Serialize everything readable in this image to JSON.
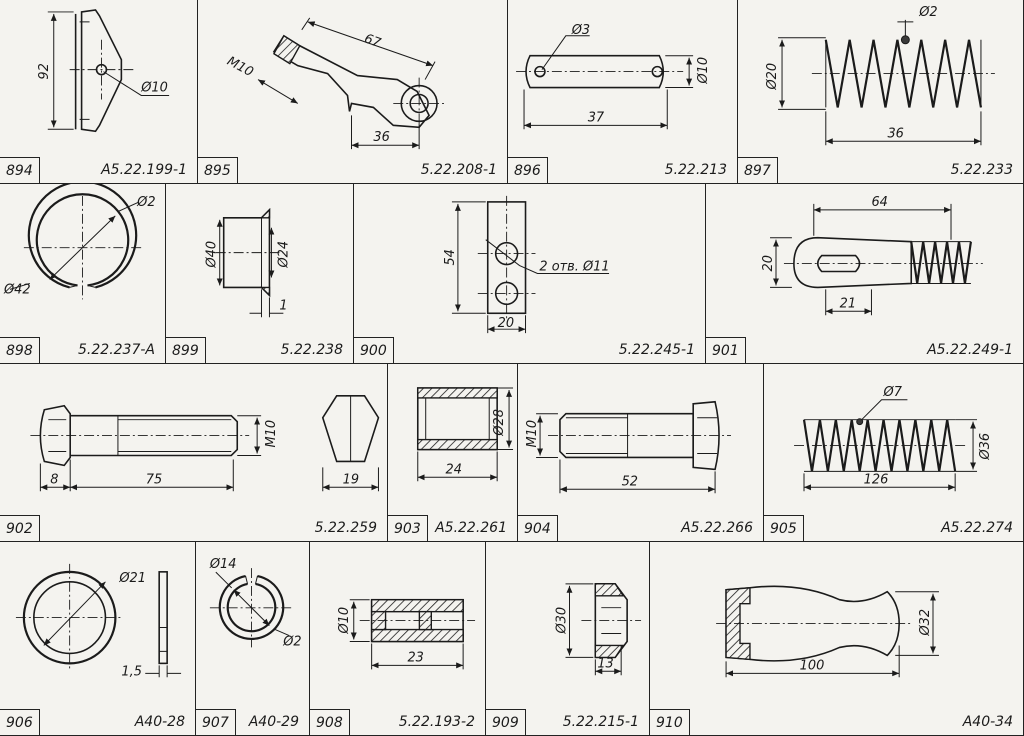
{
  "parts": [
    {
      "num": "894",
      "code": "А5.22.199-1",
      "dims": [
        "92",
        "Ø10"
      ]
    },
    {
      "num": "895",
      "code": "5.22.208-1",
      "dims": [
        "67",
        "М10",
        "36"
      ]
    },
    {
      "num": "896",
      "code": "5.22.213",
      "dims": [
        "Ø3",
        "Ø10",
        "37"
      ]
    },
    {
      "num": "897",
      "code": "5.22.233",
      "dims": [
        "Ø2",
        "Ø20",
        "36"
      ]
    },
    {
      "num": "898",
      "code": "5.22.237-А",
      "dims": [
        "Ø2",
        "Ø42"
      ]
    },
    {
      "num": "899",
      "code": "5.22.238",
      "dims": [
        "Ø40",
        "Ø24",
        "1"
      ]
    },
    {
      "num": "900",
      "code": "5.22.245-1",
      "dims": [
        "54",
        "2 отв. Ø11",
        "20"
      ]
    },
    {
      "num": "901",
      "code": "А5.22.249-1",
      "dims": [
        "64",
        "20",
        "21"
      ]
    },
    {
      "num": "902",
      "code": "5.22.259",
      "dims": [
        "М10",
        "8",
        "75",
        "19"
      ]
    },
    {
      "num": "903",
      "code": "А5.22.261",
      "dims": [
        "Ø28",
        "24"
      ]
    },
    {
      "num": "904",
      "code": "А5.22.266",
      "dims": [
        "М10",
        "52"
      ]
    },
    {
      "num": "905",
      "code": "А5.22.274",
      "dims": [
        "Ø7",
        "Ø36",
        "126"
      ]
    },
    {
      "num": "906",
      "code": "А40-28",
      "dims": [
        "Ø21",
        "1,5"
      ]
    },
    {
      "num": "907",
      "code": "А40-29",
      "dims": [
        "Ø14",
        "Ø2"
      ]
    },
    {
      "num": "908",
      "code": "5.22.193-2",
      "dims": [
        "Ø10",
        "23"
      ]
    },
    {
      "num": "909",
      "code": "5.22.215-1",
      "dims": [
        "Ø30",
        "13"
      ]
    },
    {
      "num": "910",
      "code": "А40-34",
      "dims": [
        "Ø32",
        "100"
      ]
    }
  ]
}
